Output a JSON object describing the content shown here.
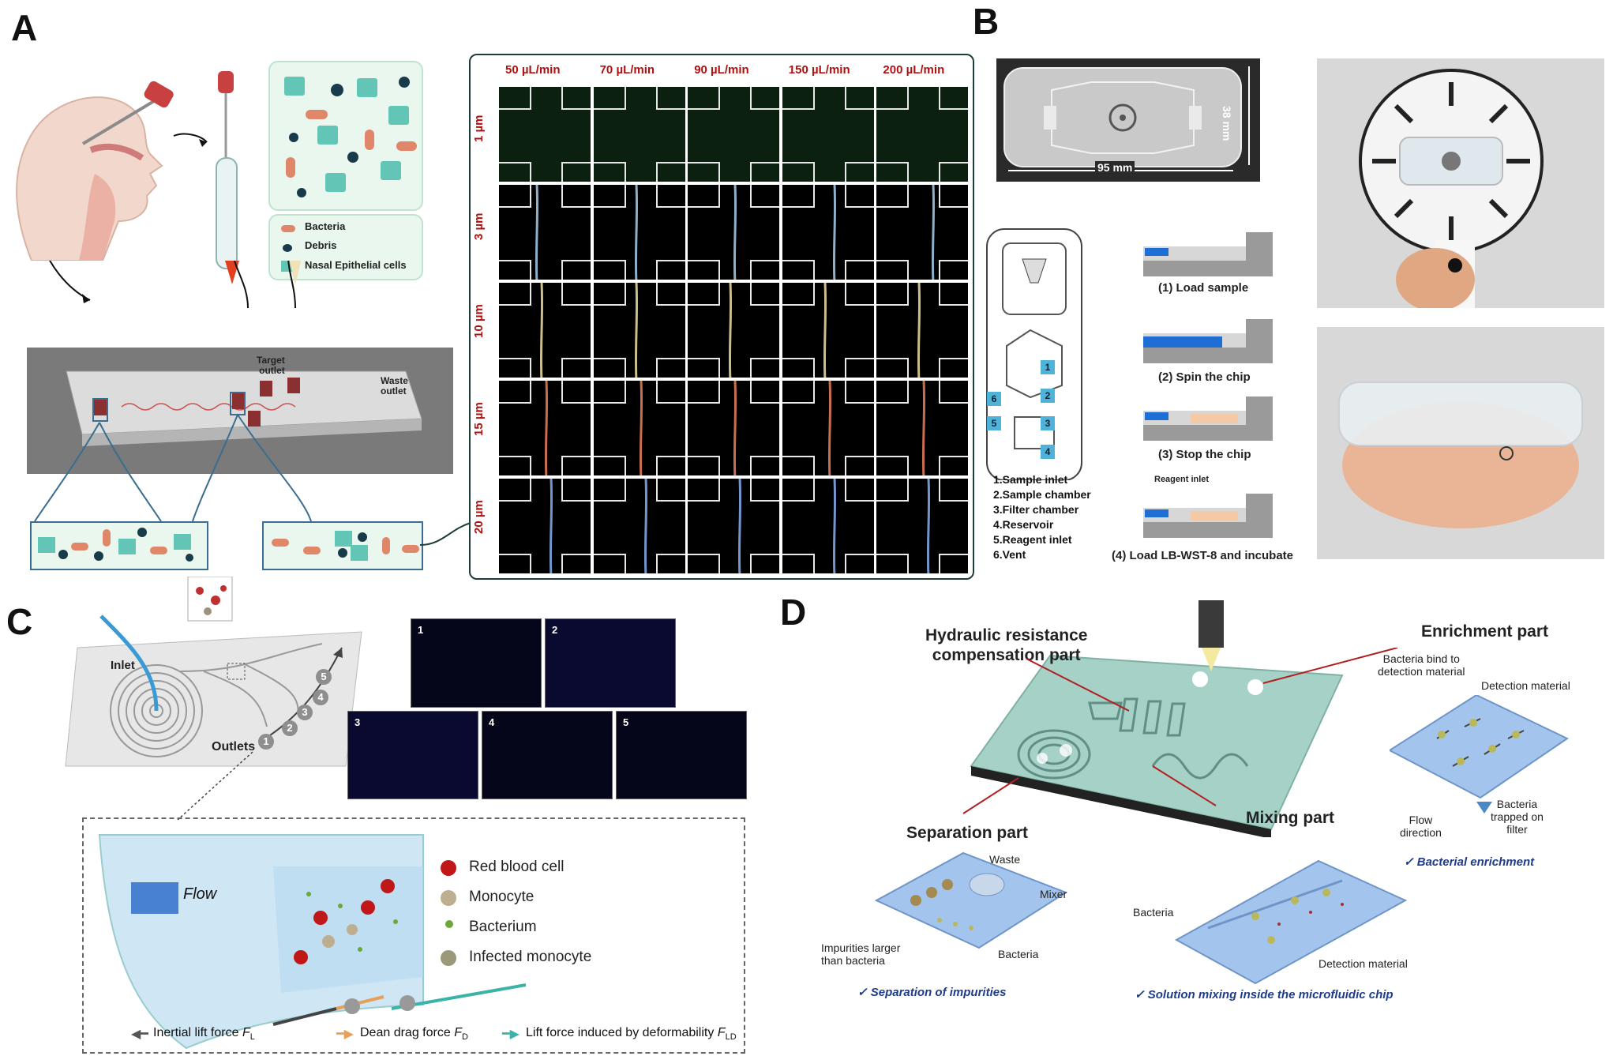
{
  "panels": {
    "a": "A",
    "b": "B",
    "c": "C",
    "d": "D"
  },
  "panel_a": {
    "legend": {
      "bacteria": "Bacteria",
      "debris": "Debris",
      "epithelial": "Nasal Epithelial cells"
    },
    "target_outlet": "Target\noutlet",
    "waste_outlet": "Waste\noutlet",
    "flow_rates": [
      "50 µL/min",
      "70 µL/min",
      "90 µL/min",
      "150 µL/min",
      "200 µL/min"
    ],
    "particle_sizes": [
      "1 µm",
      "3 µm",
      "10 µm",
      "15 µm",
      "20 µm"
    ],
    "stream_colors": [
      "#1a4d1a",
      "#9fc3e0",
      "#e2d39a",
      "#e07a5a",
      "#7fa6e6"
    ]
  },
  "panel_b": {
    "dim_height": "38 mm",
    "dim_width": "95 mm",
    "chamber_numbers": [
      "1",
      "2",
      "3",
      "4",
      "5",
      "6"
    ],
    "components": [
      "1.Sample inlet",
      "2.Sample chamber",
      "3.Filter chamber",
      "4.Reservoir",
      "5.Reagent inlet",
      "6.Vent"
    ],
    "steps": [
      "(1) Load sample",
      "(2) Spin the chip",
      "(3) Stop the chip",
      "(4) Load LB-WST-8 and incubate"
    ],
    "reagent_inlet": "Reagent inlet"
  },
  "panel_c": {
    "inlet": "Inlet",
    "outlets": "Outlets",
    "outlet_numbers": [
      "1",
      "2",
      "3",
      "4",
      "5"
    ],
    "image_numbers": [
      "1",
      "2",
      "3",
      "4",
      "5"
    ],
    "flow": "Flow",
    "cell_legend": [
      "Red blood cell",
      "Monocyte",
      "Bacterium",
      "Infected monocyte"
    ],
    "forces": {
      "inertial": "Inertial lift force",
      "inertial_sym": "F",
      "inertial_sub": "L",
      "dean": "Dean drag force",
      "dean_sym": "F",
      "dean_sub": "D",
      "lift": "Lift force induced by deformability",
      "lift_sym": "F",
      "lift_sub": "LD"
    }
  },
  "panel_d": {
    "hydraulic": "Hydraulic resistance\ncompensation part",
    "enrichment": "Enrichment part",
    "separation": "Separation part",
    "mixing": "Mixing part",
    "bacteria_bind": "Bacteria bind to\ndetection material",
    "detection_material": "Detection material",
    "flow_direction": "Flow\ndirection",
    "bacteria_trapped": "Bacteria\ntrapped on\nfilter",
    "bacterial_enrichment": "✓ Bacterial enrichment",
    "waste": "Waste",
    "mixer": "Mixer",
    "impurities": "Impurities larger\nthan bacteria",
    "bacteria": "Bacteria",
    "separation_caption": "✓ Separation of impurities",
    "bacteria_mix": "Bacteria",
    "detection_material_mix": "Detection material",
    "mixing_caption": "✓ Solution mixing inside the microfluidic chip"
  }
}
